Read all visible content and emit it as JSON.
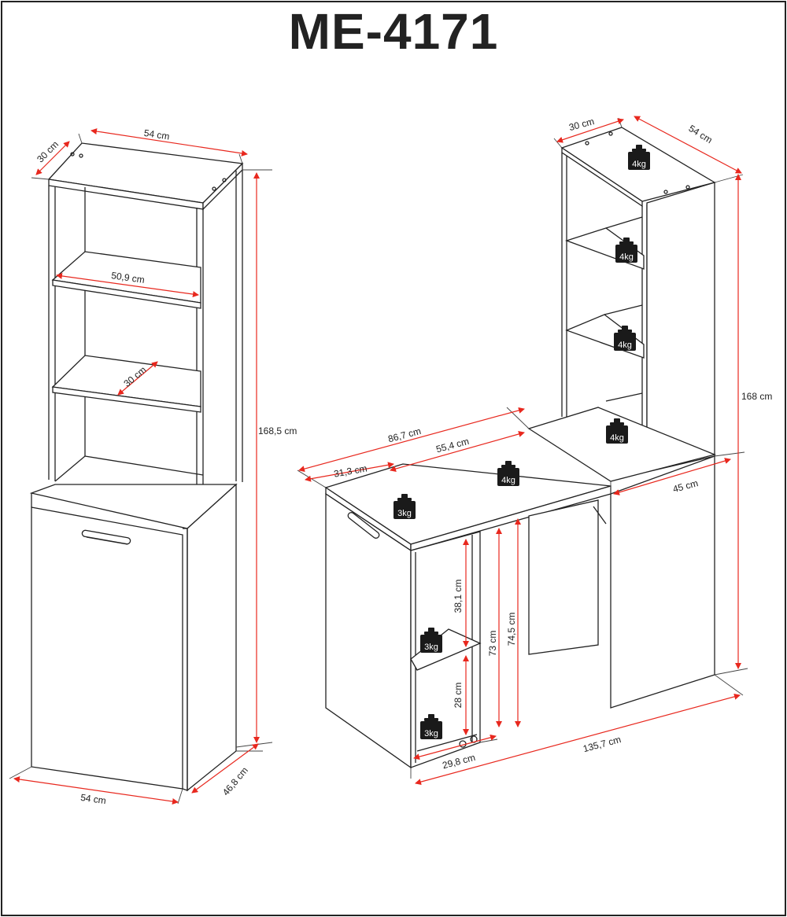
{
  "title": "ME-4171",
  "colors": {
    "dimension_line": "#e8281e",
    "outline": "#222222",
    "weight_fill": "#1a1a1a"
  },
  "left_unit": {
    "top_width": "54 cm",
    "top_depth": "30 cm",
    "shelf_width": "50,9 cm",
    "shelf_depth": "30 cm",
    "height": "168,5 cm",
    "base_width": "54 cm",
    "base_depth": "46,8 cm"
  },
  "right_unit": {
    "top_depth": "30 cm",
    "top_width": "54 cm",
    "height": "168 cm",
    "open_total": "86,7 cm",
    "open_middle": "55,4 cm",
    "open_left": "31,3 cm",
    "lower_depth": "45 cm",
    "niche_upper": "38,1 cm",
    "niche_lower": "28 cm",
    "table_height_inner": "73 cm",
    "table_height_outer": "74,5 cm",
    "bottom_depth": "29,8 cm",
    "total_width": "135,7 cm"
  },
  "weights": {
    "shelf": "4kg",
    "table": "3kg"
  }
}
